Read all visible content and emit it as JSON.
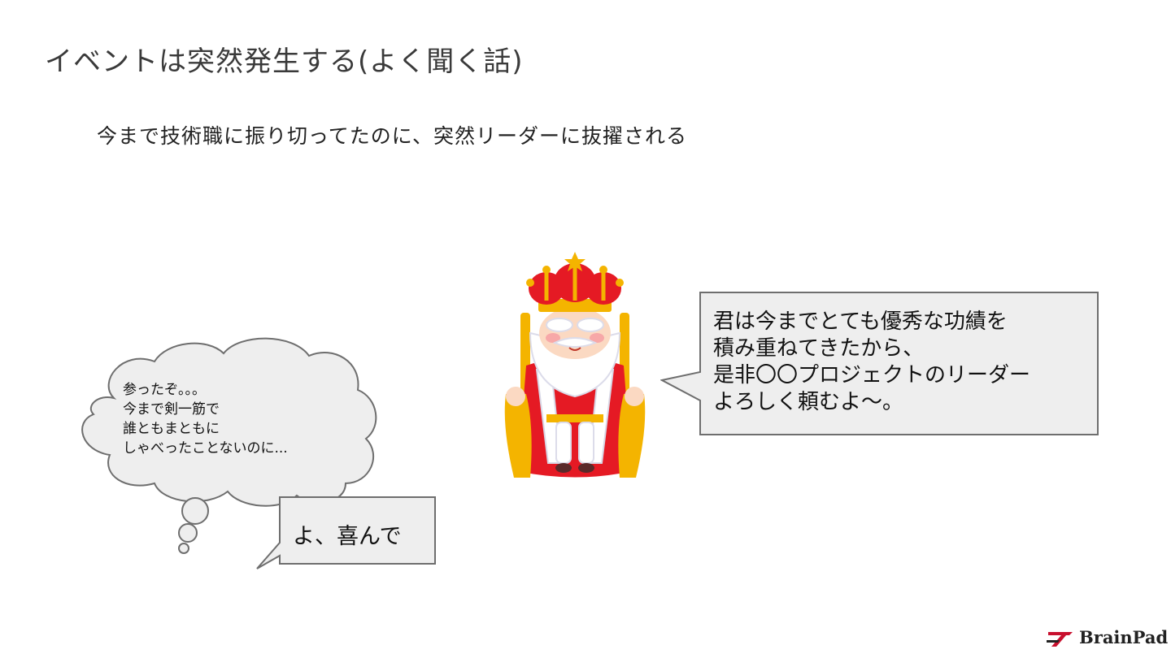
{
  "slide": {
    "title": "イベントは突然発生する(よく聞く話)",
    "subtitle": "今まで技術職に振り切ってたのに、突然リーダーに抜擢される"
  },
  "thought_cloud": {
    "lines": [
      "参ったぞ。。。",
      "今まで剣一筋で",
      "誰ともまともに",
      "しゃべったことないのに..."
    ]
  },
  "reply_bubble": {
    "text": "よ、喜んで"
  },
  "king_speech": {
    "lines": [
      "君は今までとても優秀な功績を",
      "積み重ねてきたから、",
      "是非〇〇プロジェクトのリーダー",
      "よろしく頼むよ〜。"
    ]
  },
  "logo": {
    "text": "BrainPad"
  },
  "colors": {
    "bubble_fill": "#eeeeee",
    "bubble_stroke": "#6e6e6e",
    "crown_red": "#e51a24",
    "crown_gold": "#f4b400",
    "robe_red": "#e51a24",
    "logo_red": "#c8102e"
  },
  "icons": {
    "king": "king-on-throne-illustration",
    "logo": "brainpad-logo-icon"
  }
}
